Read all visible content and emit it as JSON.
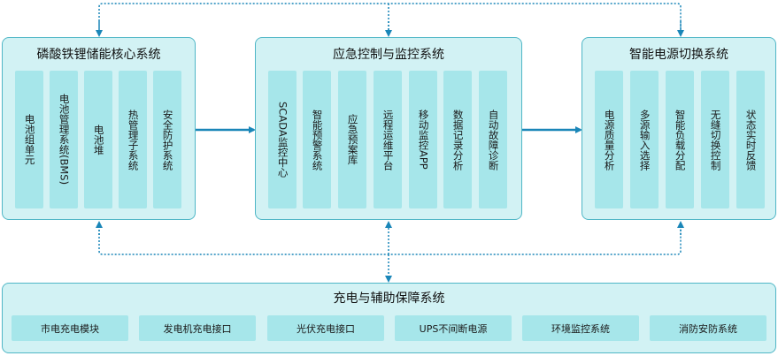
{
  "top_left": {
    "title": "磷酸铁锂储能核心系统",
    "items": [
      "电池组单元",
      "电池管理系统(BMS)",
      "电池堆",
      "热管理子系统",
      "安全防护系统"
    ]
  },
  "top_center": {
    "title": "应急控制与监控系统",
    "items": [
      "SCADA监控中心",
      "智能预警系统",
      "应急预案库",
      "远程运维平台",
      "移动监控APP",
      "数据记录分析",
      "自动故障诊断"
    ]
  },
  "top_right": {
    "title": "智能电源切换系统",
    "items": [
      "电源质量分析",
      "多源输入选择",
      "智能负载分配",
      "无缝切换控制",
      "状态实时反馈"
    ]
  },
  "bottom": {
    "title": "充电与辅助保障系统",
    "items": [
      "市电充电模块",
      "发电机充电接口",
      "光伏充电接口",
      "UPS不间断电源",
      "环境监控系统",
      "消防安防系统"
    ]
  },
  "colors": {
    "panel_fill": "#d2f2f4",
    "panel_border": "#4fb6c6",
    "item_fill": "#a6e6ea",
    "arrow": "#1a86b8"
  }
}
